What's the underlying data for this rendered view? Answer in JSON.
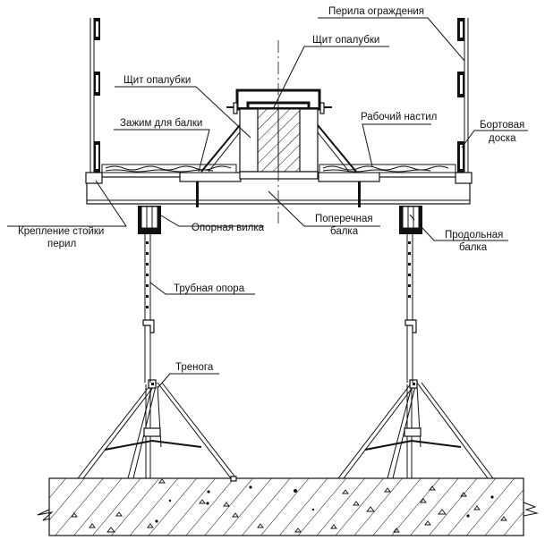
{
  "diagram": {
    "type": "technical-drawing",
    "subject": "Formwork scaffold cross-section on tubular supports with tripods",
    "labels": {
      "railing": "Перила ограждения",
      "formwork_panel_top": "Щит опалубки",
      "formwork_panel_left": "Щит опалубки",
      "beam_clamp": "Зажим для балки",
      "working_deck": "Рабочий настил",
      "toe_board_line1": "Бортовая",
      "toe_board_line2": "доска",
      "railing_post_mount_line1": "Крепление стойки",
      "railing_post_mount_line2": "перил",
      "support_fork": "Опорная вилка",
      "cross_beam_line1": "Поперечная",
      "cross_beam_line2": "балка",
      "longitudinal_beam_line1": "Продольная",
      "longitudinal_beam_line2": "балка",
      "tube_support": "Трубная опора",
      "tripod": "Тренога"
    },
    "colors": {
      "ink": "#111111",
      "paper": "#ffffff"
    }
  }
}
